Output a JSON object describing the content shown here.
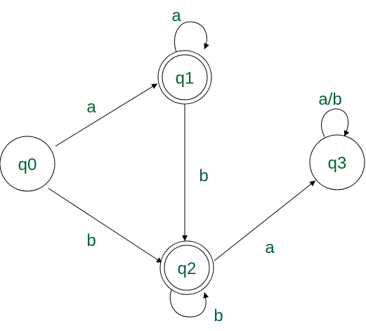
{
  "colors": {
    "label": "#006633",
    "stroke": "#000000",
    "background": "#ffffff"
  },
  "states": {
    "q0": {
      "label": "q0",
      "accepting": false
    },
    "q1": {
      "label": "q1",
      "accepting": true
    },
    "q2": {
      "label": "q2",
      "accepting": true
    },
    "q3": {
      "label": "q3",
      "accepting": false
    }
  },
  "transitions": [
    {
      "from": "q0",
      "to": "q1",
      "symbol": "a"
    },
    {
      "from": "q0",
      "to": "q2",
      "symbol": "b"
    },
    {
      "from": "q1",
      "to": "q1",
      "symbol": "a"
    },
    {
      "from": "q1",
      "to": "q2",
      "symbol": "b"
    },
    {
      "from": "q2",
      "to": "q2",
      "symbol": "b"
    },
    {
      "from": "q2",
      "to": "q3",
      "symbol": "a"
    },
    {
      "from": "q3",
      "to": "q3",
      "symbol": "a/b"
    }
  ]
}
